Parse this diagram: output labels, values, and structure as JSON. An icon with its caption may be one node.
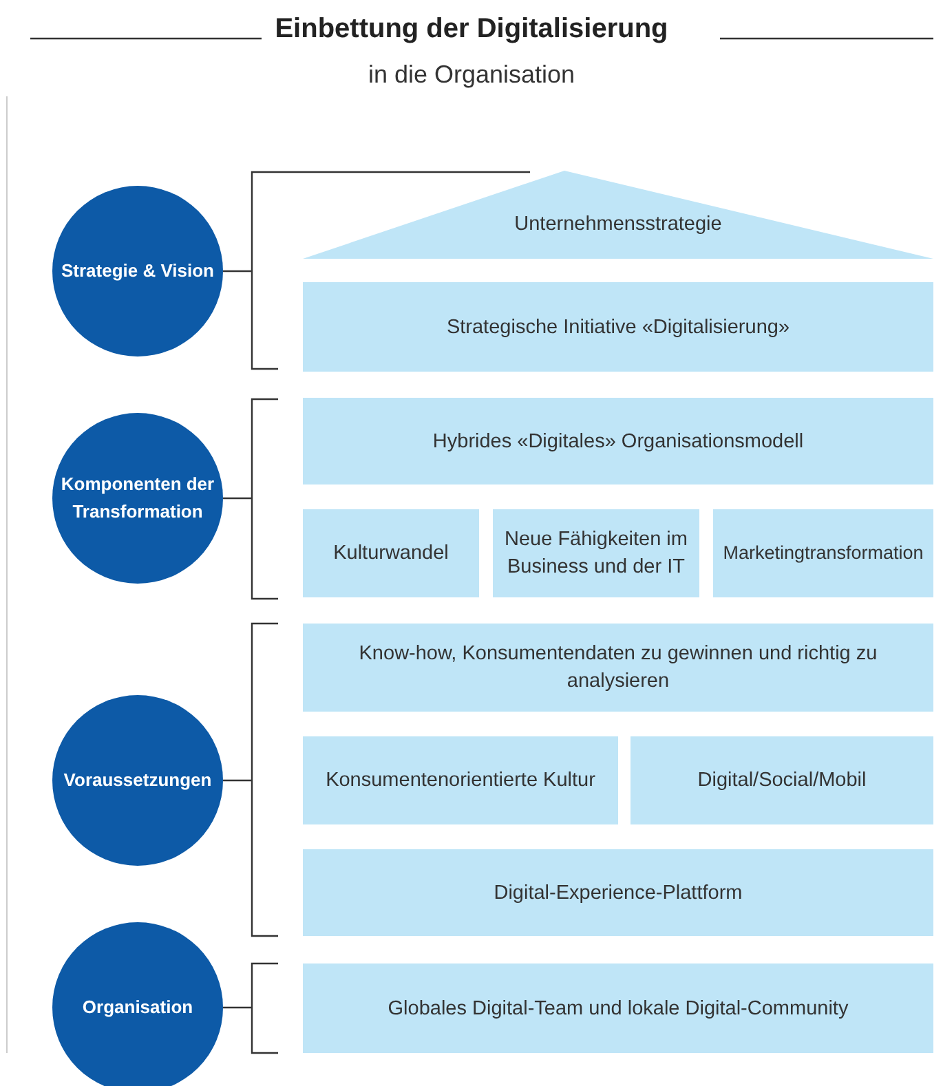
{
  "diagram": {
    "title": "Einbettung der Digitalisierung",
    "nodes": [
      {
        "text": [
          "Strategie & Vision"
        ]
      },
      {
        "text": [
          "Unternehmensstrategie"
        ]
      },
      {
        "text": [
          "Strategische Initiative «Digitalisierung»"
        ]
      },
      {
        "text": [
          "Komponenten der Transformation"
        ]
      },
      {
        "text": [
          "Hybrides «Digitales» Organisationsmodell"
        ]
      },
      {
        "text": [
          "Kulturwandel"
        ]
      },
      {
        "text": [
          "Neue Fähigkeiten im Business und der IT"
        ]
      },
      {
        "text": [
          "Marketingtransformation"
        ]
      },
      {
        "text": [
          "Voraussetzungen"
        ]
      },
      {
        "text": [
          "Know-how, Konsumentendaten zu gewinnen und richtig zu analysieren"
        ]
      },
      {
        "text": [
          "Konsumentenorientierte Kultur"
        ]
      },
      {
        "text": [
          "Digital/Social/Mobil"
        ]
      },
      {
        "text": [
          "Digital-Experience-Plattform"
        ]
      },
      {
        "text": [
          "Organisation"
        ]
      },
      {
        "text": [
          "Globales Digital-Team und lokale Digital-Community"
        ]
      }
    ],
    "edges": [],
    "labels": [
      "in die Organisation"
    ]
  }
}
